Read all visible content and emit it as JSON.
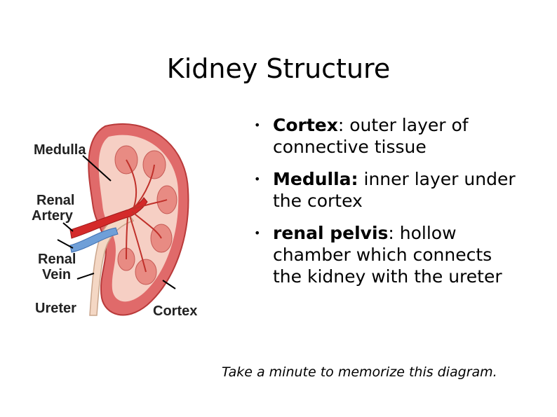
{
  "slide": {
    "title": "Kidney Structure",
    "bullets": [
      {
        "term": "Cortex",
        "text": ": outer layer of connective tissue"
      },
      {
        "term": "Medulla:",
        "text": " inner layer under the cortex"
      },
      {
        "term": "renal pelvis",
        "text": ": hollow chamber which connects the kidney with the ureter"
      }
    ],
    "bullet_symbol": "•",
    "footnote": "Take a minute to memorize this diagram."
  },
  "diagram": {
    "labels": {
      "medulla": "Medulla",
      "renal_artery_1": "Renal",
      "renal_artery_2": "Artery",
      "renal_vein_1": "Renal",
      "renal_vein_2": "Vein",
      "ureter": "Ureter",
      "cortex": "Cortex"
    },
    "colors": {
      "cortex": "#e06a6a",
      "medulla": "#f3b5a8",
      "artery": "#d42a2a",
      "vein": "#6f9fd8",
      "ureter": "#f4d7c4"
    }
  }
}
